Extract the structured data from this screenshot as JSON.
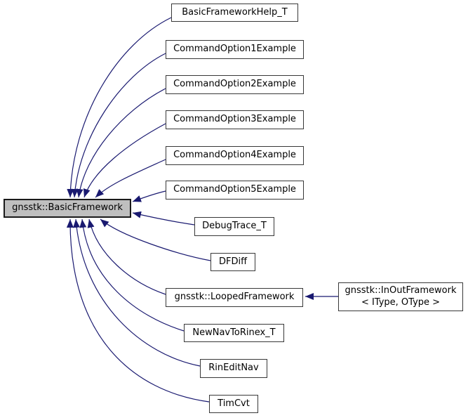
{
  "colors": {
    "edge": "#191970",
    "node_border": "#383838",
    "node_fill": "#ffffff",
    "selected_border": "#1a1a1a",
    "selected_fill": "#bfbfbf",
    "text": "#000000",
    "background": "#ffffff"
  },
  "graph": {
    "type": "inheritance-diagram",
    "base_node": {
      "label": "gnsstk::BasicFramework"
    },
    "derived_nodes": [
      {
        "label": "BasicFrameworkHelp_T"
      },
      {
        "label": "CommandOption1Example"
      },
      {
        "label": "CommandOption2Example"
      },
      {
        "label": "CommandOption3Example"
      },
      {
        "label": "CommandOption4Example"
      },
      {
        "label": "CommandOption5Example"
      },
      {
        "label": "DebugTrace_T"
      },
      {
        "label": "DFDiff"
      },
      {
        "label": "gnsstk::LoopedFramework"
      },
      {
        "label": "NewNavToRinex_T"
      },
      {
        "label": "RinEditNav"
      },
      {
        "label": "TimCvt"
      }
    ],
    "grandchild_node": {
      "label_line1": "gnsstk::InOutFramework",
      "label_line2": "< IType, OType >",
      "parent": "gnsstk::LoopedFramework"
    }
  }
}
